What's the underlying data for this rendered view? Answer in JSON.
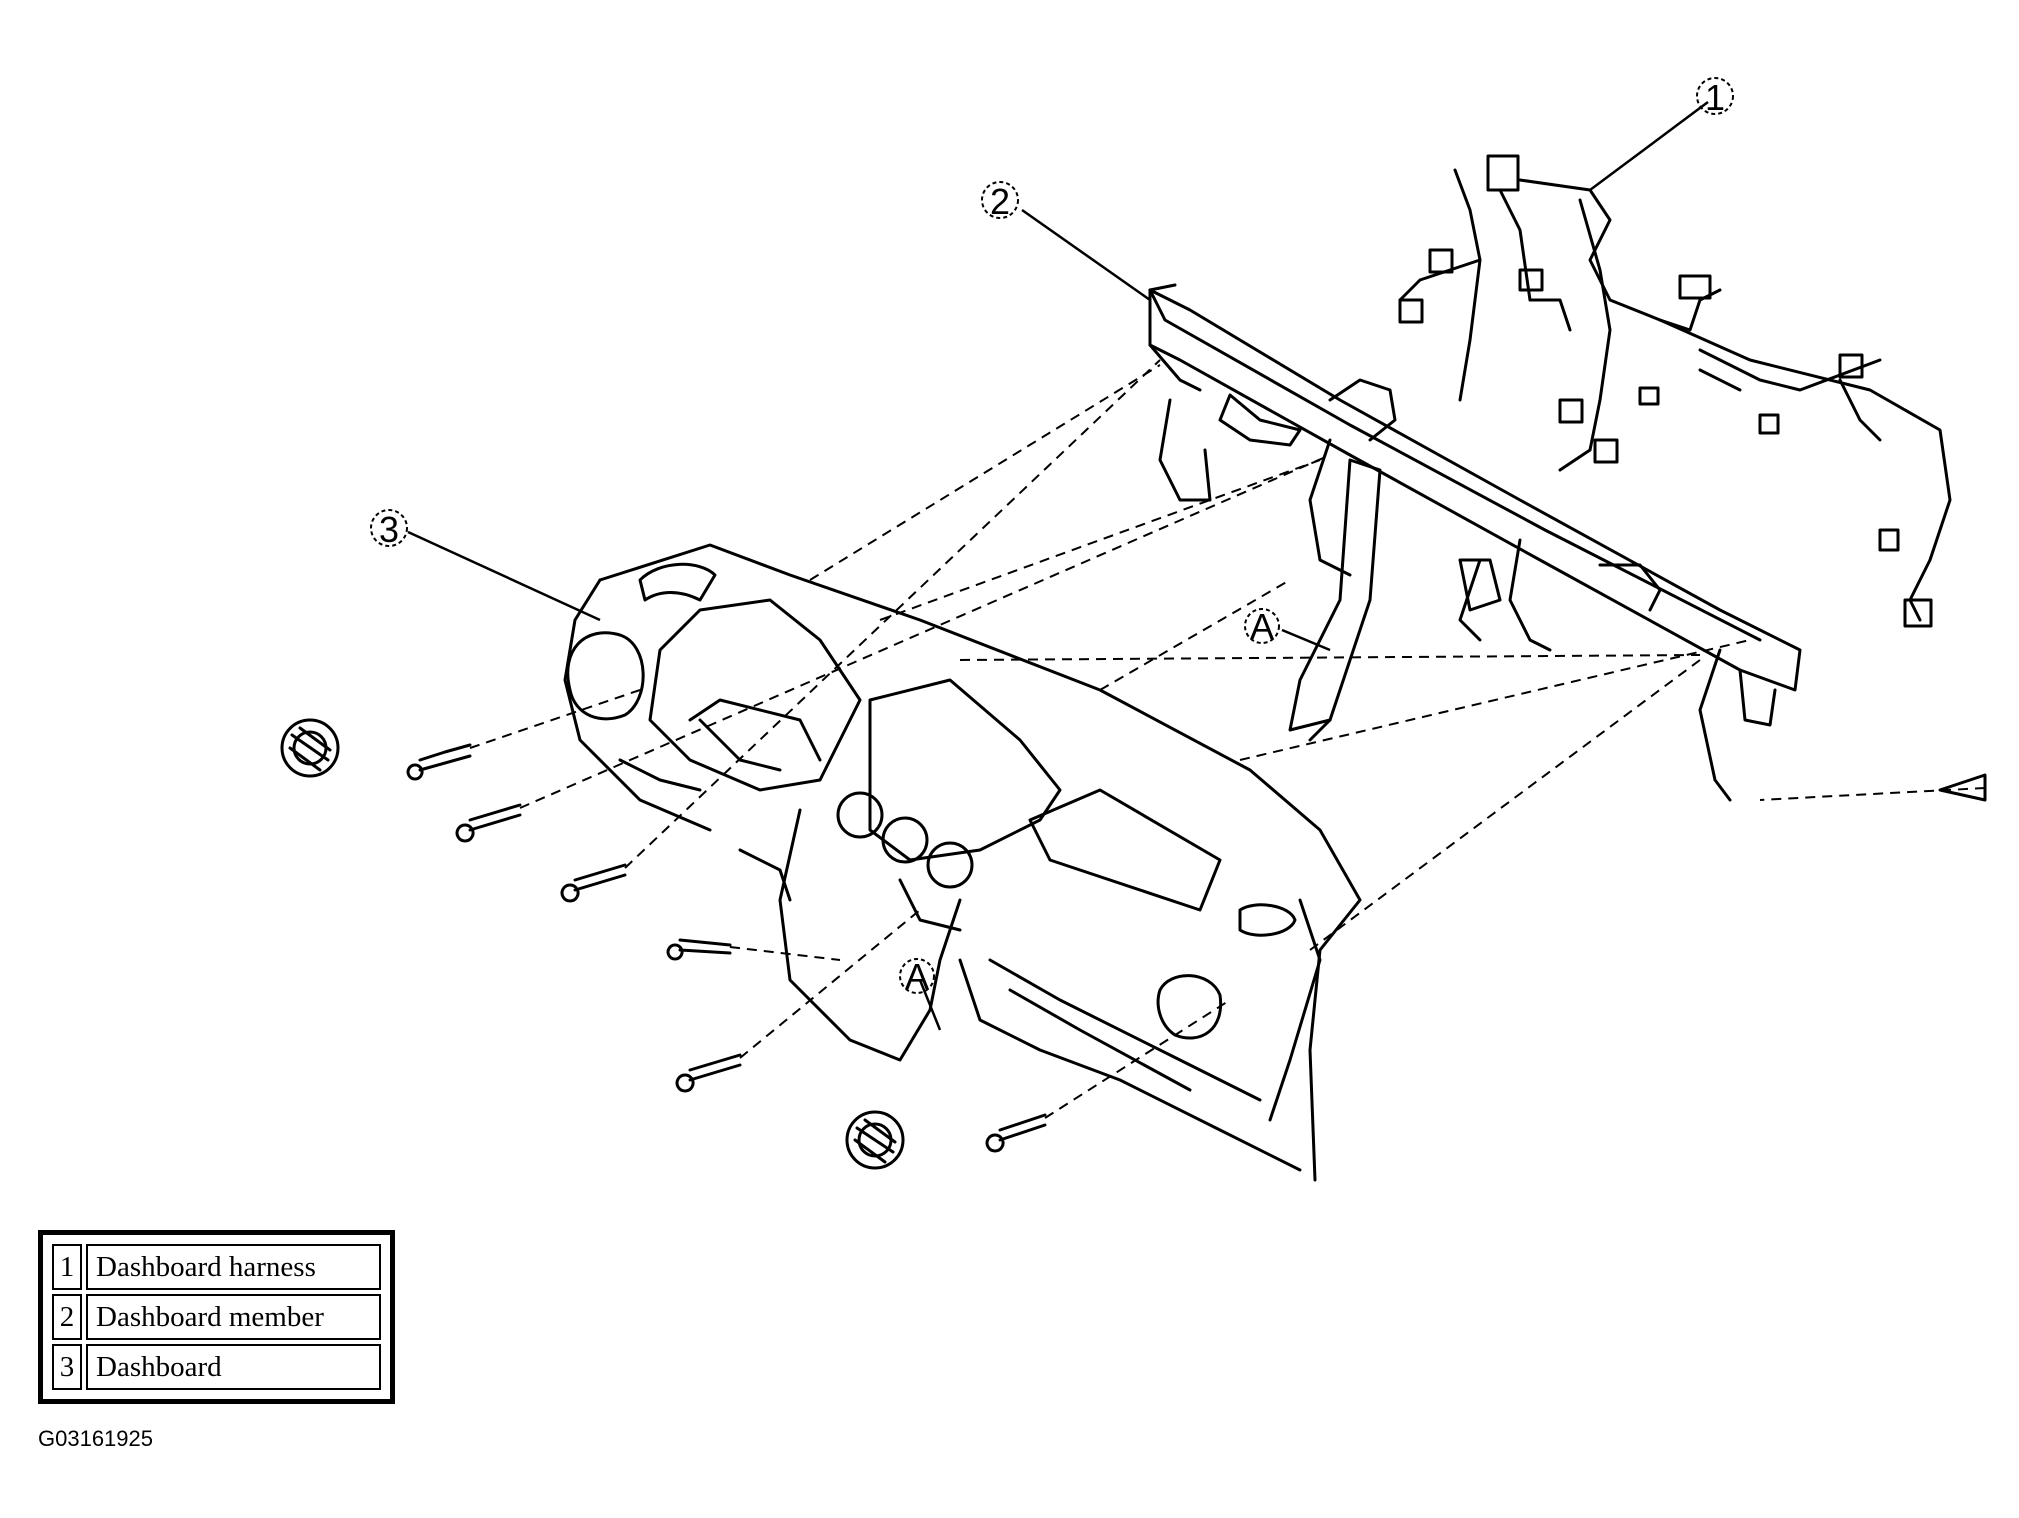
{
  "callouts": [
    {
      "id": "1",
      "label": "1"
    },
    {
      "id": "2",
      "label": "2"
    },
    {
      "id": "3",
      "label": "3"
    },
    {
      "id": "A1",
      "label": "A"
    },
    {
      "id": "A2",
      "label": "A"
    }
  ],
  "legend": {
    "rows": [
      {
        "num": "1",
        "name": "Dashboard harness"
      },
      {
        "num": "2",
        "name": "Dashboard member"
      },
      {
        "num": "3",
        "name": "Dashboard"
      }
    ]
  },
  "figure_code": "G03161925"
}
